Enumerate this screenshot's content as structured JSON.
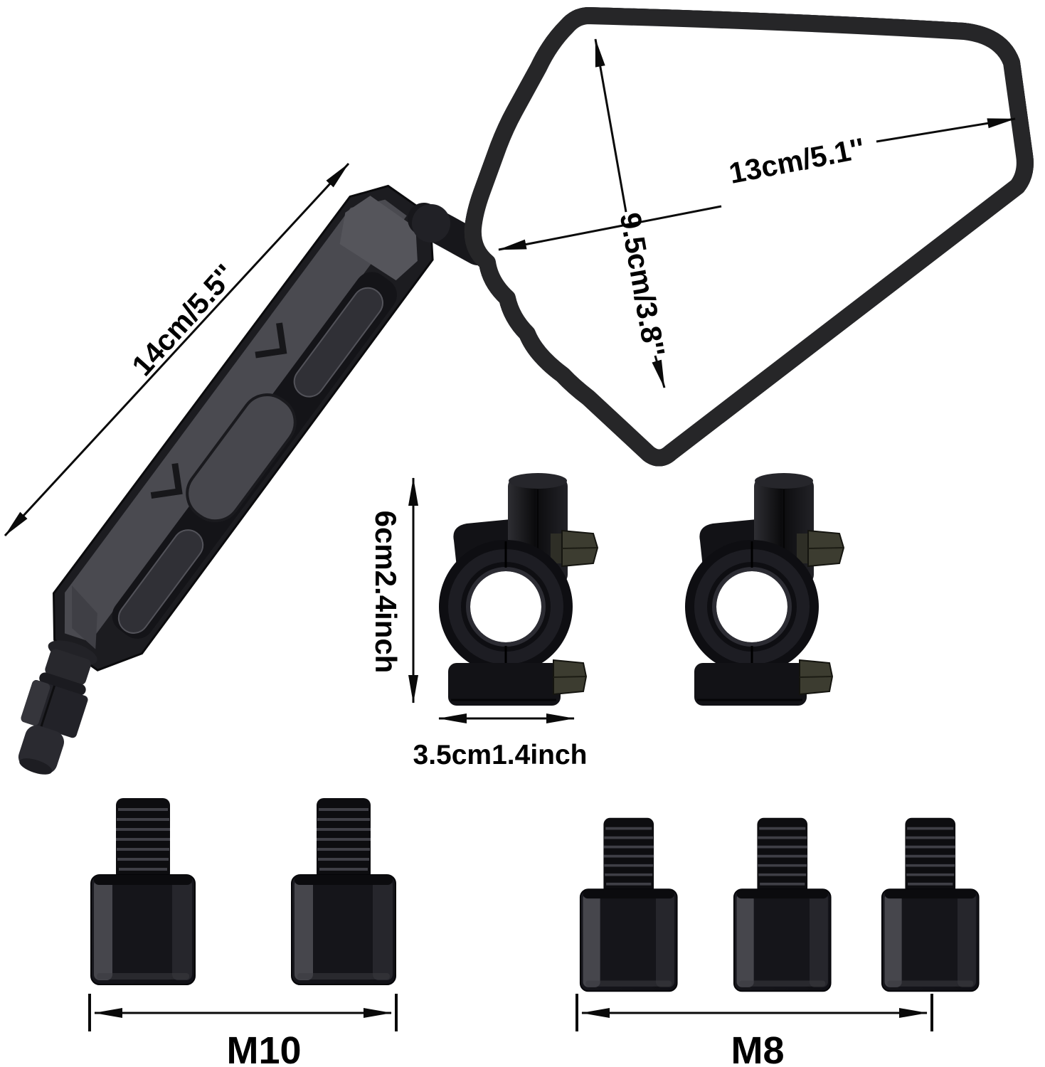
{
  "colors": {
    "background": "#ffffff",
    "annotation": "#000000",
    "part_dark": "#141418",
    "part_mid": "#2a2a2e",
    "part_light": "#4a4a50"
  },
  "annotations": {
    "stem_length": {
      "label": "14cm/5.5''"
    },
    "mirror_width": {
      "label": "13cm/5.1''"
    },
    "mirror_height": {
      "label": "9.5cm/3.8''"
    },
    "clamp_height": {
      "label": "6cm2.4inch"
    },
    "clamp_width": {
      "label": "3.5cm1.4inch"
    },
    "m10": {
      "label": "M10"
    },
    "m8": {
      "label": "M8"
    }
  }
}
